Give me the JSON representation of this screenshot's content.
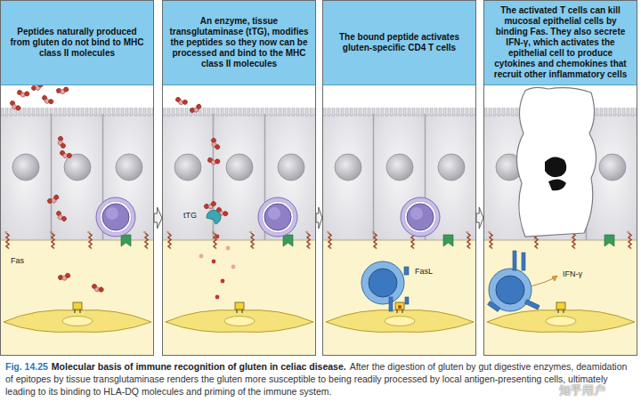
{
  "diagram": {
    "title": "Molecular basis of immune recognition of gluten in celiac disease.",
    "caption": "After the digestion of gluten by gut digestive enzymes, deamidation of epitopes by tissue transglutaminase renders the gluten more susceptible to being readily processed by local antigen-presenting cells, ultimately leading to its binding to HLA-DQ molecules and priming of the immune system.",
    "nodes": [
      {
        "text": [
          "Peptides naturally produced from gluten do not bind to MHC class II molecules"
        ]
      },
      {
        "text": [
          "An enzyme, tissue transglutaminase (tTG), modifies the peptides so they now can be processed and bind to the MHC class II molecules"
        ]
      },
      {
        "text": [
          "The bound peptide activates gluten-specific CD4 T cells"
        ]
      },
      {
        "text": [
          "The activated T cells can kill mucosal epithelial cells by binding Fas. They also secrete IFN-γ, which activates the epithelial cell to produce cytokines and chemokines that recruit other inflammatory cells"
        ]
      }
    ],
    "edges": [
      {
        "from": 0,
        "to": 1,
        "arrow": "to"
      },
      {
        "from": 1,
        "to": 2,
        "arrow": "to"
      },
      {
        "from": 2,
        "to": 3,
        "arrow": "to"
      }
    ],
    "labels": [
      "Fas",
      "tTG",
      "FasL",
      "IFN-γ",
      "Fig. 14.25",
      "知乎用户"
    ]
  }
}
